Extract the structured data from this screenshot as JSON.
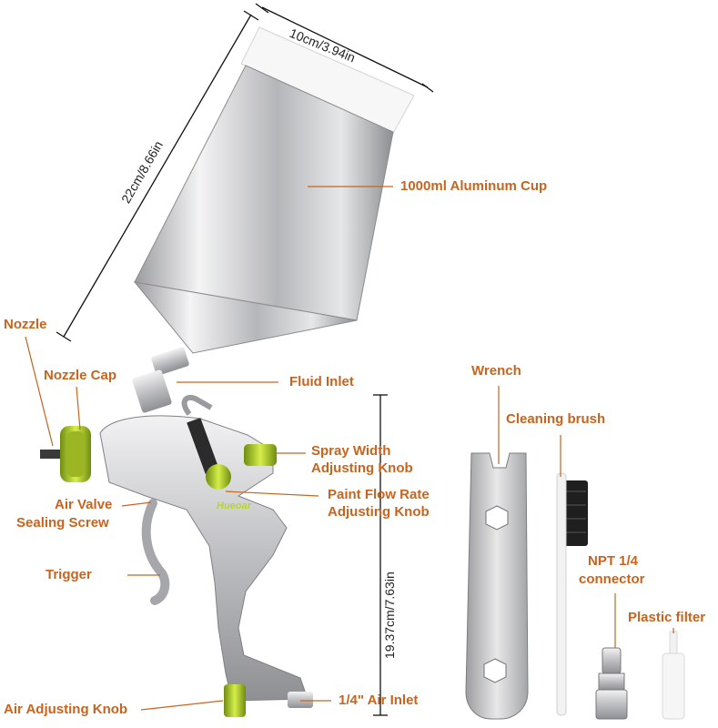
{
  "dimensions": {
    "cup_width": "10cm/3.94in",
    "cup_height": "22cm/8.66in",
    "gun_height": "19.37cm/7.63in"
  },
  "brand": "Hueoar",
  "labels": {
    "cup": "1000ml Aluminum Cup",
    "nozzle": "Nozzle",
    "nozzle_cap": "Nozzle Cap",
    "fluid_inlet": "Fluid Inlet",
    "spray_width_1": "Spray Width",
    "spray_width_2": "Adjusting Knob",
    "paint_flow_1": "Paint Flow Rate",
    "paint_flow_2": "Adjusting Knob",
    "air_valve_1": "Air Valve",
    "air_valve_2": "Sealing Screw",
    "trigger": "Trigger",
    "air_adjusting_knob": "Air Adjusting Knob",
    "air_inlet": "1/4\" Air Inlet",
    "wrench": "Wrench",
    "cleaning_brush": "Cleaning brush",
    "npt_1": "NPT 1/4",
    "npt_2": "connector",
    "plastic_filter": "Plastic filter"
  },
  "colors": {
    "label": "#c8641e",
    "accent_green": "#b6d434",
    "metal": "#c9cacc"
  }
}
